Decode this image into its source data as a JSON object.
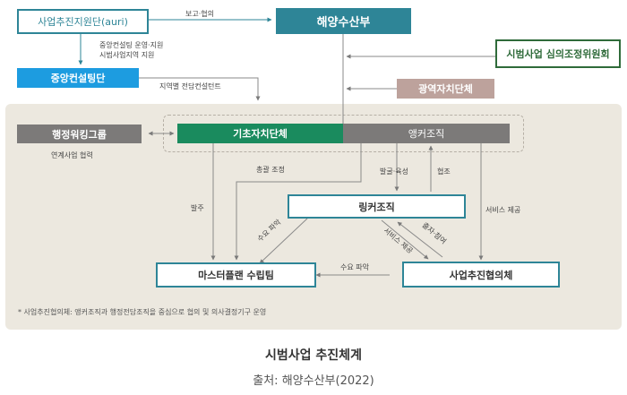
{
  "nodes": {
    "auri": "사업추진지원단(auri)",
    "ministry": "해양수산부",
    "committee": "시범사업 심의조정위원회",
    "central_consulting": "중앙컨설팅단",
    "wide_area": "광역자치단체",
    "admin_group": "행정워킹그룹",
    "basic_local": "기초자치단체",
    "anchor": "앵커조직",
    "linker": "링커조직",
    "masterplan": "마스터플랜 수립팀",
    "council": "사업추진협의체"
  },
  "labels": {
    "report": "보고·협의",
    "central_support_1": "중앙컨설팅 운영·지원",
    "central_support_2": "시범사업지역 지원",
    "regional_consultant": "지역별 전담컨설턴트",
    "linked_work": "연계사업 협력",
    "general_coordination": "총괄 조정",
    "discover_foster": "발굴·육성",
    "cooperation": "협조",
    "order": "발주",
    "service_provide": "서비스 제공",
    "demand_identify_1": "수요 파악",
    "service_provide_2": "서비스 제공",
    "participate": "출자·참여",
    "demand_identify_2": "수요 파악",
    "footnote": "* 사업추진협의체: 앵커조직과 행정전담조직을 중심으로 협의 및 의사결정기구 운영"
  },
  "caption": {
    "title": "시범사업 추진체계",
    "source": "출처: 해양수산부(2022)"
  },
  "colors": {
    "teal": "#2e8597",
    "blue": "#1d9ce0",
    "green": "#1a8b5e",
    "dark_green": "#2f6b3a",
    "rose": "#bda29c",
    "gray": "#7c7a79",
    "panel": "#ece8df"
  }
}
